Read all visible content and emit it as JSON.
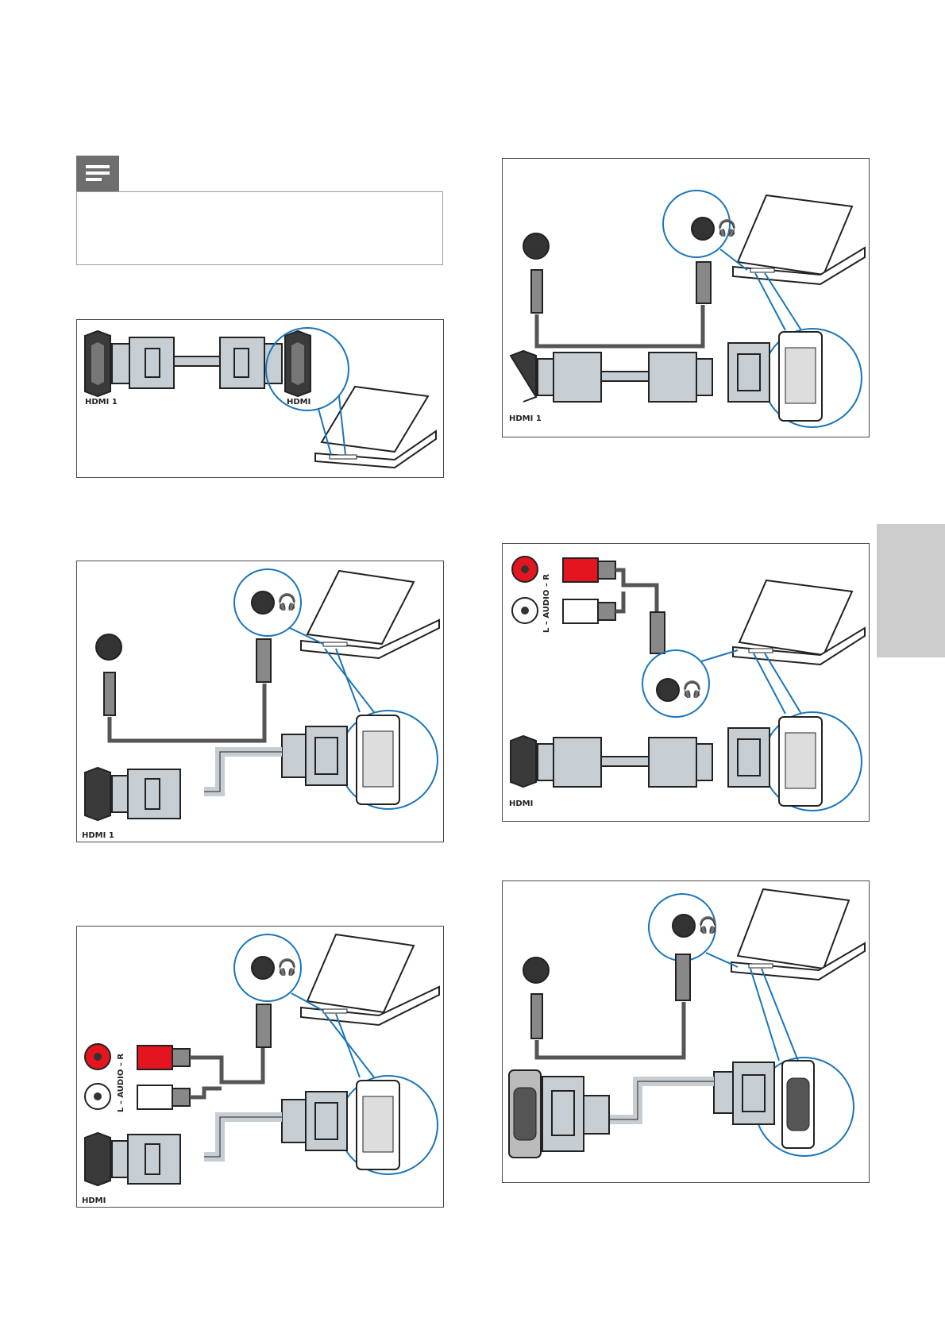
{
  "figures": {
    "fig1": {
      "label_left": "HDMI 1",
      "label_right": "HDMI"
    },
    "fig2": {
      "label": "HDMI 1"
    },
    "fig3": {
      "label": "HDMI 1"
    },
    "fig4": {
      "label": "HDMI",
      "audio_label": "L – AUDIO – R"
    },
    "fig5": {
      "label": "HDMI",
      "audio_label": "L – AUDIO – R"
    }
  },
  "colors": {
    "frame": "#4a4a4a",
    "highlight": "#1a75bb",
    "connector": "#c6cdd3",
    "audio_red": "#e4151f",
    "note_icon": "#6e6e6e",
    "side_tab": "#cccccc"
  }
}
